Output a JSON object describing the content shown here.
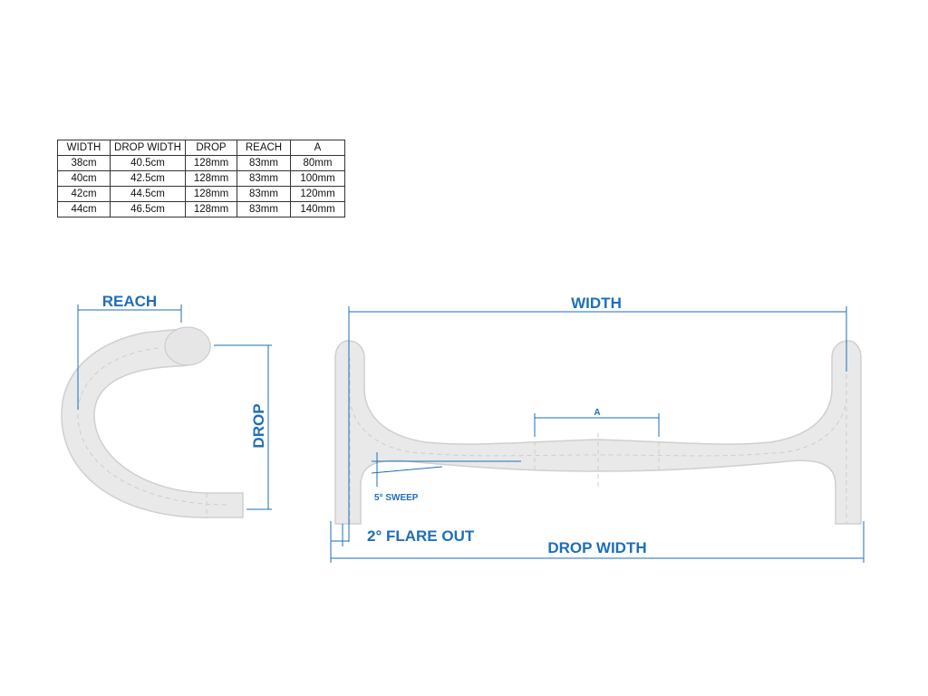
{
  "table": {
    "headers": [
      "WIDTH",
      "DROP WIDTH",
      "DROP",
      "REACH",
      "A"
    ],
    "rows": [
      [
        "38cm",
        "40.5cm",
        "128mm",
        "83mm",
        "80mm"
      ],
      [
        "40cm",
        "42.5cm",
        "128mm",
        "83mm",
        "100mm"
      ],
      [
        "42cm",
        "44.5cm",
        "128mm",
        "83mm",
        "120mm"
      ],
      [
        "44cm",
        "46.5cm",
        "128mm",
        "83mm",
        "140mm"
      ]
    ]
  },
  "labels": {
    "reach": "REACH",
    "drop": "DROP",
    "width": "WIDTH",
    "a": "A",
    "sweep": "5° SWEEP",
    "flare": "2° FLARE OUT",
    "drop_width": "DROP WIDTH"
  },
  "colors": {
    "dimension": "#1e6fb8",
    "bar_fill": "#e9e9e9"
  }
}
